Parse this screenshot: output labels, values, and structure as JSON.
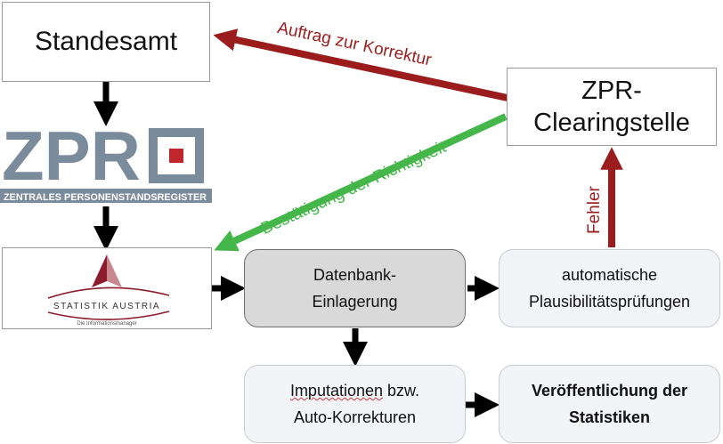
{
  "standesamt": {
    "label": "Standesamt"
  },
  "zpr_logo": {
    "letters": "ZPR",
    "subtitle": "ZENTRALES PERSONENSTANDSREGISTER",
    "color": "#7a8b9b",
    "mark_color": "#c0272d"
  },
  "statistik_logo": {
    "name": "STATISTIK AUSTRIA",
    "tagline": "Die Informationsmanager",
    "color": "#8c1b2b"
  },
  "clearing": {
    "line1": "ZPR-",
    "line2": "Clearingstelle"
  },
  "datenbank": {
    "line1": "Datenbank-",
    "line2": "Einlagerung"
  },
  "plausi": {
    "line1": "automatische",
    "line2": "Plausibilitätsprüfungen"
  },
  "imputation": {
    "line1_word": "Imputationen",
    "line1_rest": " bzw.",
    "line2": "Auto-Korrekturen"
  },
  "veroeff": {
    "line1": "Veröffentlichung der",
    "line2": "Statistiken"
  },
  "labels": {
    "auftrag": "Auftrag zur Korrektur",
    "bestaetigung": "Bestätigung der Richtigkeit",
    "fehler": "Fehler"
  },
  "colors": {
    "red": "#9b1c1c",
    "green": "#45b649",
    "black": "#000000"
  }
}
